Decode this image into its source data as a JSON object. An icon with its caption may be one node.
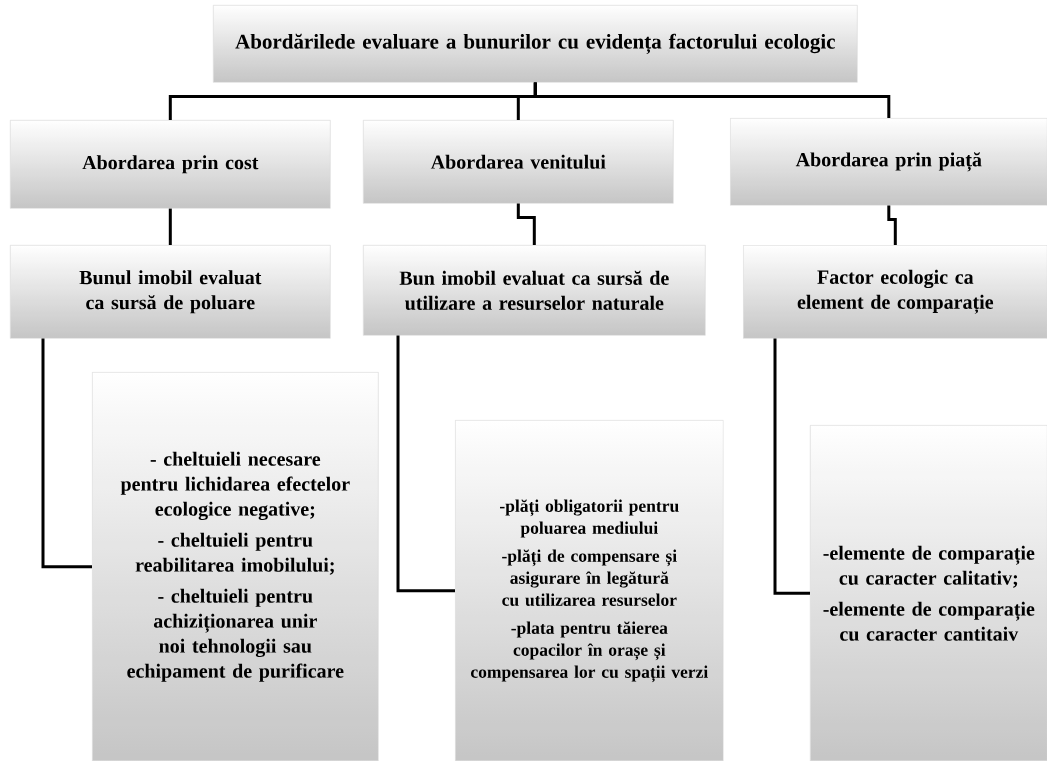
{
  "diagram": {
    "nodes": [
      {
        "text": [
          "Abordărilede evaluare a bunurilor cu evidența factorului ecologic"
        ]
      },
      {
        "text": [
          "Abordarea prin cost"
        ]
      },
      {
        "text": [
          "Abordarea venitului"
        ]
      },
      {
        "text": [
          "Abordarea prin piață"
        ]
      },
      {
        "text": [
          "Bunul imobil evaluat ca sursă de poluare"
        ]
      },
      {
        "text": [
          "Bun imobil evaluat ca sursă de utilizare a resurselor naturale"
        ]
      },
      {
        "text": [
          "Factor ecologic ca element de comparație"
        ]
      },
      {
        "text": [
          "- cheltuieli necesare pentru lichidarea efectelor ecologice negative;",
          "- cheltuieli pentru reabilitarea imobilului;",
          "- cheltuieli pentru achiziționarea unir noi tehnologii sau echipament de purificare"
        ]
      },
      {
        "text": [
          "-plăți obligatorii pentru poluarea mediului",
          "-plăți de compensare și asigurare în legătură cu utilizarea resurselor",
          "-plata pentru tăierea copacilor în orașe și compensarea lor cu spații verzi"
        ]
      },
      {
        "text": [
          "-elemente de comparație cu caracter calitativ;",
          "-elemente de comparație cu caracter cantitaiv"
        ]
      }
    ],
    "edges": [
      {
        "from": 0,
        "to": 1,
        "arrow": "none"
      },
      {
        "from": 0,
        "to": 2,
        "arrow": "none"
      },
      {
        "from": 0,
        "to": 3,
        "arrow": "none"
      },
      {
        "from": 1,
        "to": 4,
        "arrow": "none"
      },
      {
        "from": 2,
        "to": 5,
        "arrow": "none"
      },
      {
        "from": 3,
        "to": 6,
        "arrow": "none"
      },
      {
        "from": 4,
        "to": 7,
        "arrow": "none"
      },
      {
        "from": 5,
        "to": 8,
        "arrow": "none"
      },
      {
        "from": 6,
        "to": 9,
        "arrow": "none"
      }
    ]
  }
}
